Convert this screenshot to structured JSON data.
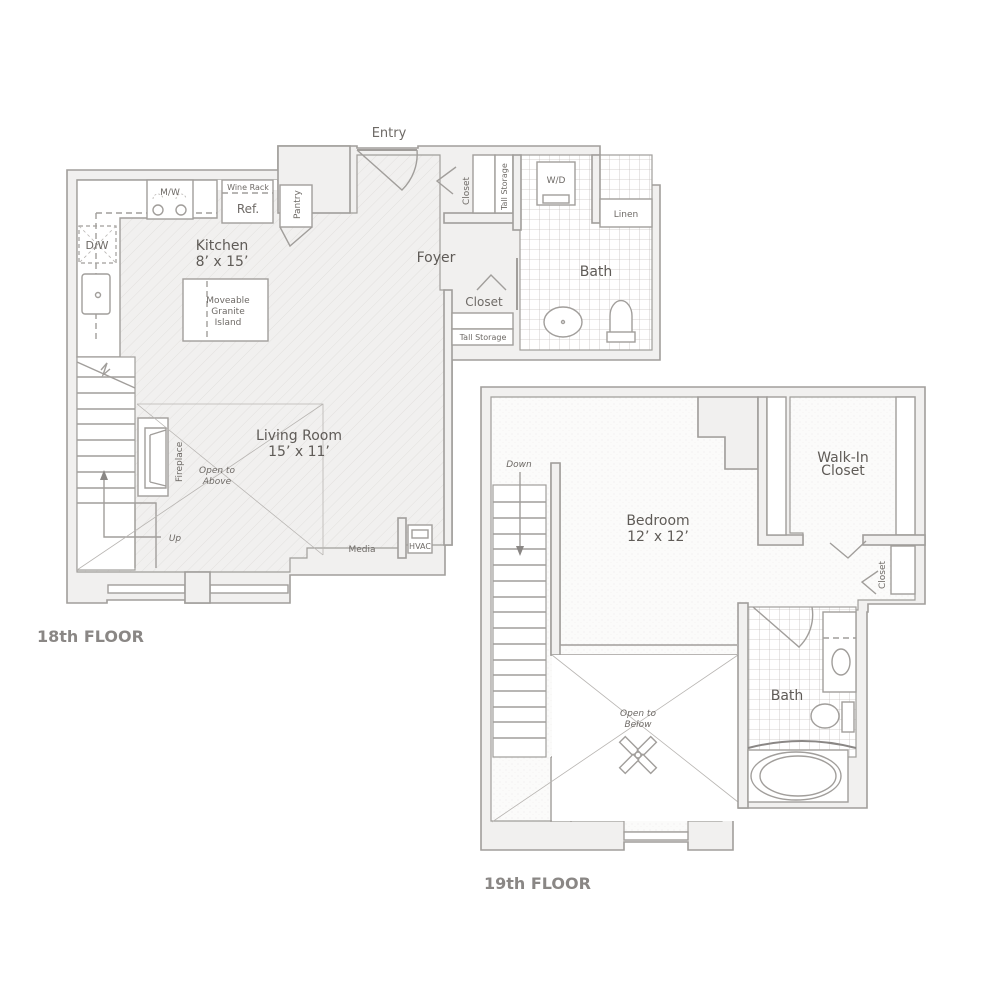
{
  "floors": [
    {
      "label": "18th FLOOR",
      "rooms": {
        "entry": "Entry",
        "kitchen": {
          "name": "Kitchen",
          "size": "8’ x 15’"
        },
        "foyer": "Foyer",
        "bath": "Bath",
        "living": {
          "name": "Living Room",
          "size": "15’ x 11’"
        },
        "island": [
          "Moveable",
          "Granite",
          "Island"
        ]
      },
      "fixtures": {
        "mw": "M/W",
        "wine": "Wine Rack",
        "ref": "Ref.",
        "pantry": "Pantry",
        "dw": "D/W",
        "closet1": "Closet",
        "tall1": "Tall Storage",
        "wd": "W/D",
        "linen": "Linen",
        "closet2": "Closet",
        "tall2": "Tall Storage",
        "fireplace": "Fireplace",
        "open": [
          "Open to",
          "Above"
        ],
        "up": "Up",
        "media": "Media",
        "hvac": "HVAC"
      }
    },
    {
      "label": "19th FLOOR",
      "rooms": {
        "bedroom": {
          "name": "Bedroom",
          "size": "12’ x 12’"
        },
        "walkin": [
          "Walk-In",
          "Closet"
        ],
        "bath": "Bath"
      },
      "fixtures": {
        "down": "Down",
        "closet": "Closet",
        "open": [
          "Open to",
          "Below"
        ]
      }
    }
  ],
  "colors": {
    "wall_fill": "#f1f0ef",
    "wall_stroke": "#a19e9b",
    "text": "#6e6a66",
    "floor_label": "#8a8785"
  }
}
